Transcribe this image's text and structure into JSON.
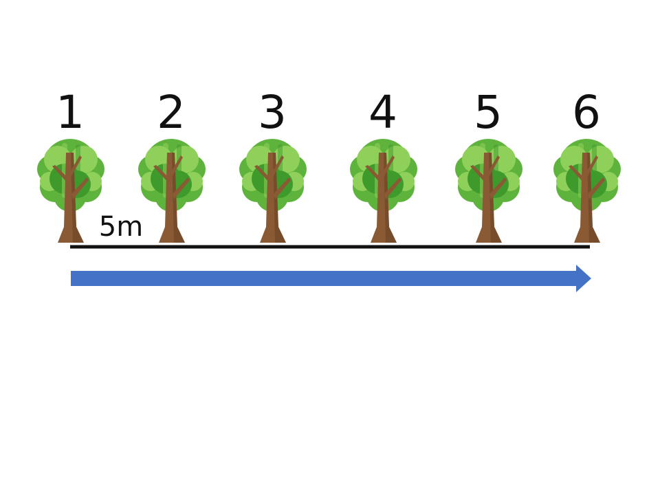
{
  "trees": [
    {
      "number": "1"
    },
    {
      "number": "2"
    },
    {
      "number": "3"
    },
    {
      "number": "4"
    },
    {
      "number": "5"
    },
    {
      "number": "6"
    }
  ],
  "spacing_label": "5m",
  "colors": {
    "foliage_dark": "#3f9a2c",
    "foliage_mid": "#5eb33c",
    "foliage_light": "#8fd05a",
    "trunk": "#8a5a34",
    "trunk_shadow": "#6b4226",
    "ground_line": "#111111",
    "arrow": "#4472c4"
  }
}
